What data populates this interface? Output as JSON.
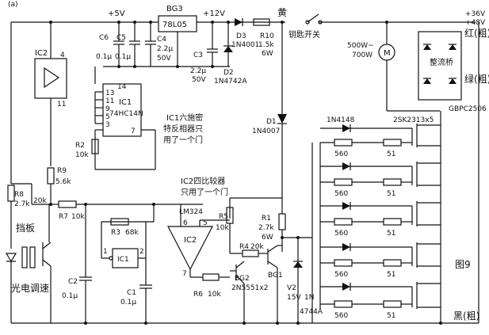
{
  "figure_tag": "(a)",
  "rails": {
    "v5": "+5V",
    "v12": "+12V",
    "yellow": "黄",
    "v36": "+36V",
    "v48": "+48V",
    "black": "黑(粗)",
    "red": "红(粗)",
    "green": "绿(粗)"
  },
  "components": {
    "bg3_name": "BG3",
    "bg3_part": "78L05",
    "c6": "C6",
    "c6_val": "0.1μ",
    "c5": "C5",
    "c5_val": "0.1μ",
    "c4": "C4",
    "c4_val1": "2.2μ",
    "c4_val2": "50V",
    "c3": "C3",
    "c3_val1": "2.2μ",
    "c3_val2": "50V",
    "d3": "D3",
    "d3_part": "1N4001",
    "r10": "R10",
    "r10_val1": "1.5k",
    "r10_val2": "6W",
    "d2": "D2",
    "d2_part": "1N4742A",
    "key_switch": "钥匙开关",
    "motor": "M",
    "motor_power1": "500W~",
    "motor_power2": "700W",
    "bridge": "整流桥",
    "bridge_part": "GBPC2506",
    "ic2": "IC2",
    "ic2_pin_top": "4",
    "ic2_pin_bottom": "11",
    "ic1_box_name": "IC1",
    "ic1_box_part": "74HC14N",
    "ic1_pins": [
      "14",
      "13",
      "11",
      "9",
      "5",
      "3",
      "7"
    ],
    "r2": "R2",
    "r2_val": "10k",
    "ic1_note1": "IC1六施密",
    "ic1_note2": "特反相器只",
    "ic1_note3": "用了一个门",
    "d1": "D1",
    "d1_part": "1N4007",
    "diode_part": "1N4148",
    "mosfet_part": "2SK2313x5",
    "gate_resistors": [
      "560",
      "51",
      "560",
      "51",
      "560",
      "51",
      "560",
      "51",
      "560",
      "51"
    ],
    "r9": "R9",
    "r9_val": "5.6k",
    "r8": "R8",
    "r8_val": "2.7k",
    "r20k_a": "20k",
    "r7": "R7",
    "r7_val": "10k",
    "ic2_note1": "IC2四比较器",
    "ic2_note2": "只用了一个门",
    "lm324": "LM324",
    "op_pin6": "6",
    "op_pin5": "5",
    "op_pin7": "7",
    "op_name": "IC2",
    "r3": "R3",
    "r3_val": "68k",
    "ic1_gate": "IC1",
    "gate_pin1": "1",
    "gate_pin2": "2",
    "r5": "R5",
    "r5_val": "10k",
    "r1": "R1",
    "r1_val1": "2.7k",
    "r1_val2": "6W",
    "r4": "R4",
    "r4_val": "20k",
    "r6": "R6",
    "r6_val": "10k",
    "bg2": "BG2",
    "bg2_part": "2N5551x2",
    "bg1": "BG1",
    "c2": "C2",
    "c2_val": "0.1μ",
    "c1": "C1",
    "c1_val": "0.1μ",
    "v2": "V2",
    "v2_val": "15V",
    "d_zener": "1N",
    "d_zener2": "4744A",
    "baffle": "挡板",
    "photo": "光电调速",
    "fig": "图9"
  }
}
